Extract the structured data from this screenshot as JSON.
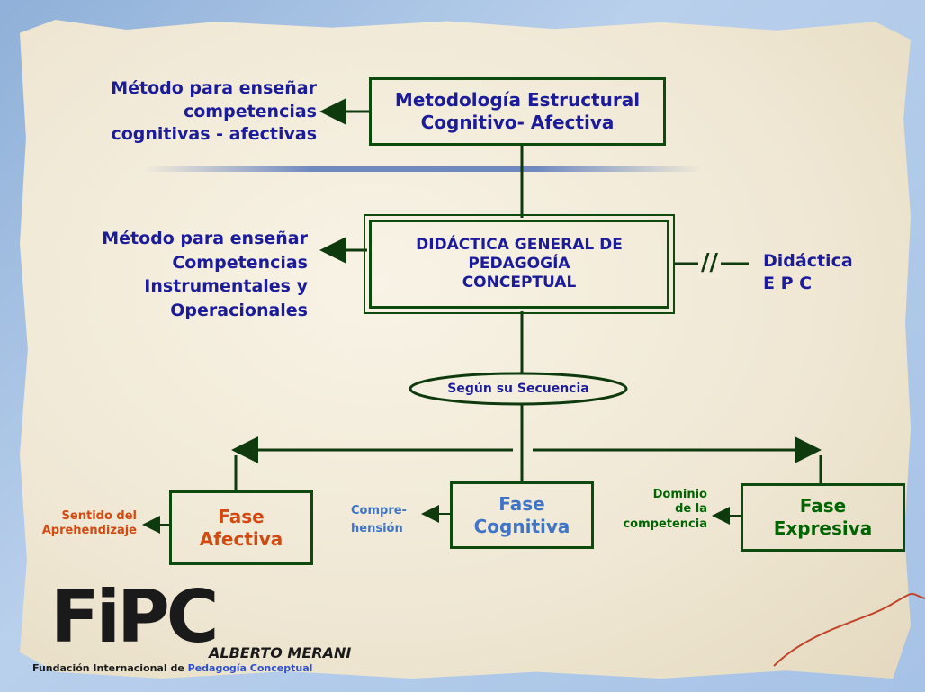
{
  "methodology_box": "Metodología Estructural\nCognitivo- Afectiva",
  "note_top": "Método para enseñar\ncompetencias\ncognitivas - afectivas",
  "didactica_box": "DIDÁCTICA GENERAL DE\nPEDAGOGÍA\nCONCEPTUAL",
  "note_middle": "Método para enseñar\nCompetencias\nInstrumentales y\nOperacionales",
  "equivalence_note": "Didáctica\nE P C",
  "equivalence_mark": "//",
  "sequence_label": "Según su Secuencia",
  "phases": [
    {
      "title": "Fase\nAfectiva",
      "note": "Sentido del\nAprehendizaje"
    },
    {
      "title": "Fase\nCognitiva",
      "note": "Compre-\nhensión"
    },
    {
      "title": "Fase\nExpresiva",
      "note": "Dominio\nde la\ncompetencia"
    }
  ],
  "logo": {
    "letters": "FiPC",
    "name": "ALBERTO MERANI",
    "tagline_prefix": "Fundación Internacional de",
    "tagline_highlight": "Pedagogía Conceptual"
  }
}
